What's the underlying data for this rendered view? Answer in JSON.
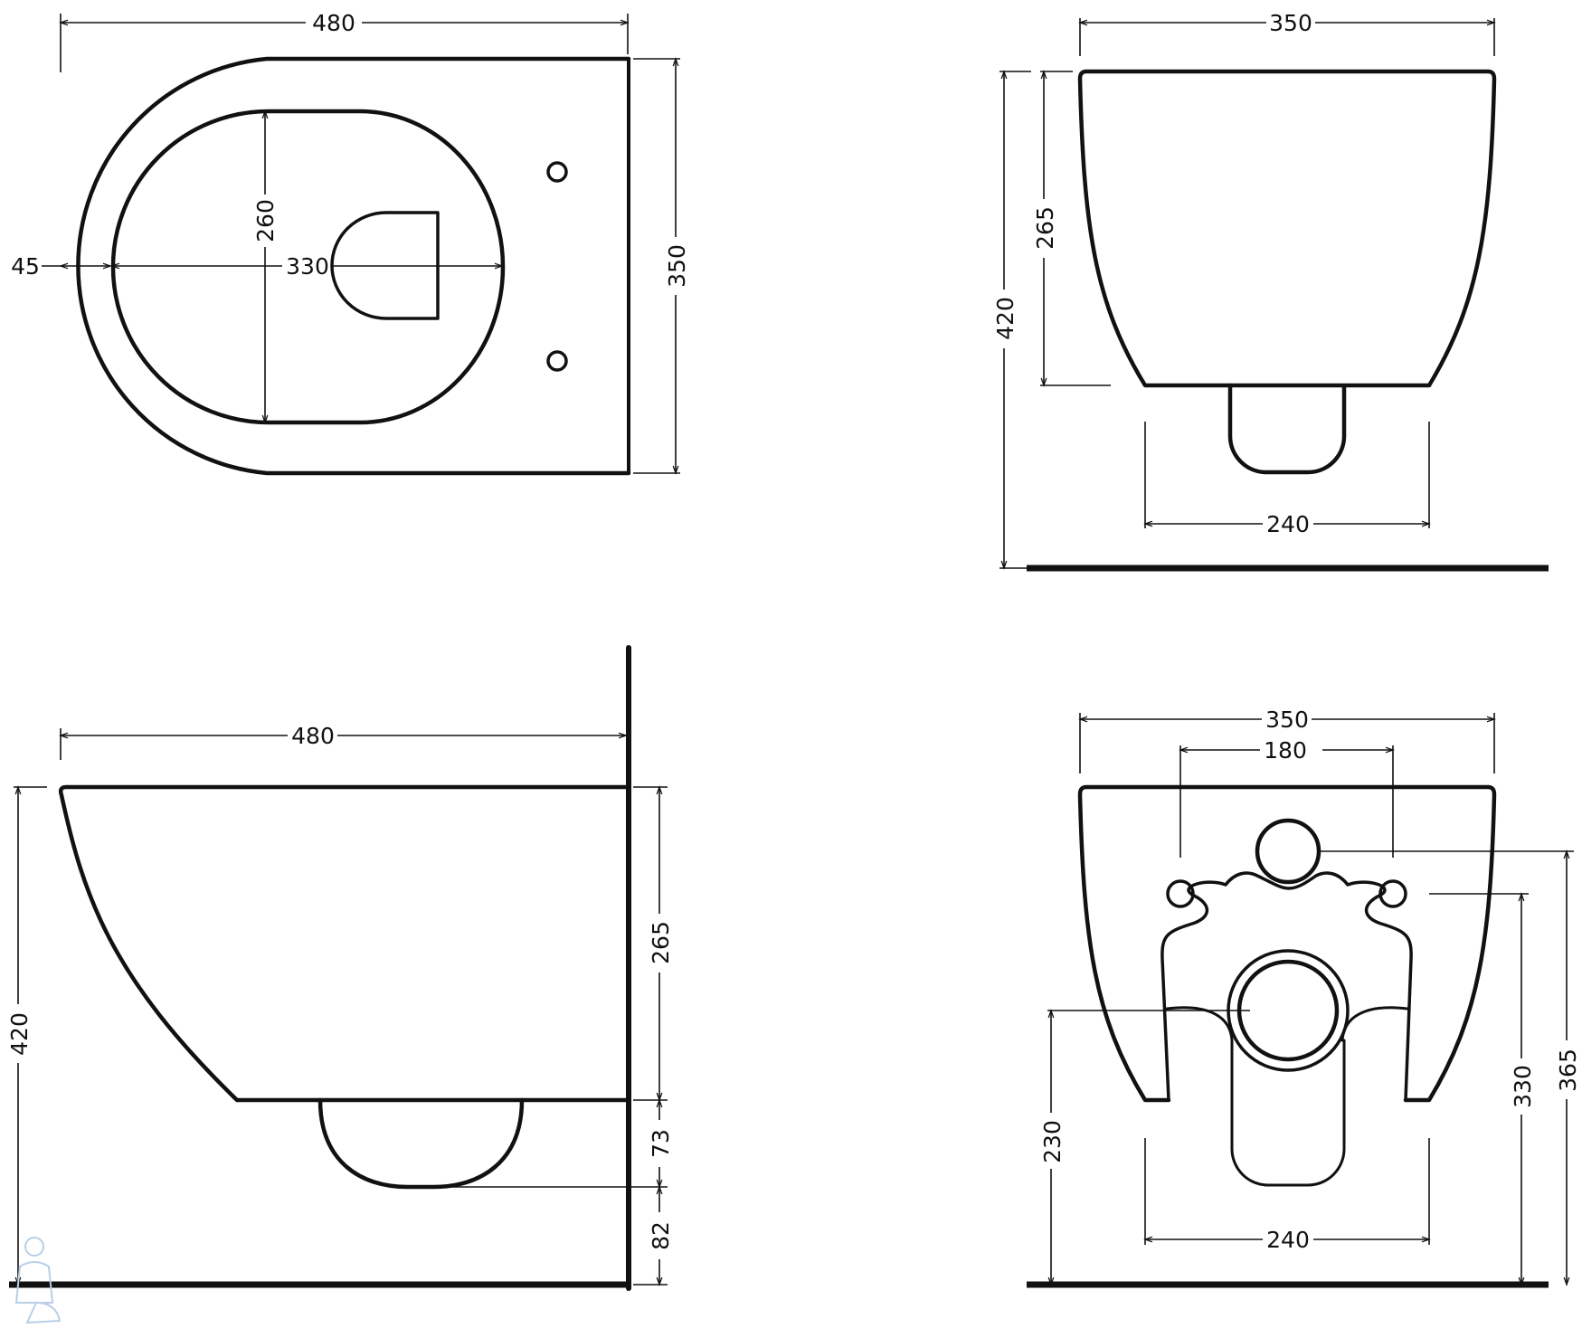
{
  "views": {
    "top": {
      "width": "480",
      "depth": "350",
      "rim": "45",
      "bowl_length": "330",
      "bowl_width": "260"
    },
    "front": {
      "width": "350",
      "body_height": "265",
      "total_height": "420",
      "base_width": "240"
    },
    "side": {
      "length": "480",
      "total_height": "420",
      "body_height": "265",
      "outlet_height": "73",
      "outlet_offset": "82"
    },
    "rear": {
      "width": "350",
      "bolt_spacing": "180",
      "inlet_height": "365",
      "bolt_height": "330",
      "outlet_height": "230",
      "base_width": "240"
    }
  },
  "colors": {
    "line": "#111111",
    "watermark": "#b9cfe6"
  }
}
